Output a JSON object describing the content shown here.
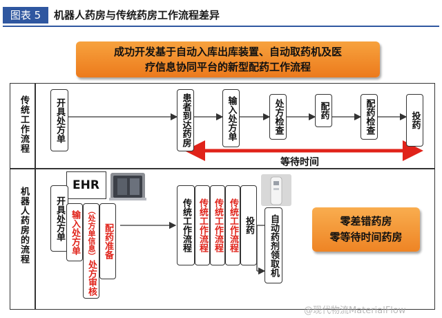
{
  "header": {
    "tag": "图表 5",
    "title": "机器人药房与传统药房工作流程差异"
  },
  "banner": {
    "line1": "成功开发基于自动入库出库装置、自动取药机及医",
    "line2": "疗信息协同平台的新型配药工作流程"
  },
  "traditional": {
    "row_label": "传统工作流程",
    "steps": [
      "开具处方单",
      "患者到达药房",
      "输入处方单",
      "处方检查",
      "配药",
      "配药检查",
      "投药"
    ],
    "wait_label": "等待时间"
  },
  "robot": {
    "row_label": "机器人药房的流程",
    "ehr_label": "EHR",
    "steps": {
      "prescribe": "开具处方单",
      "input": "输入处方单",
      "review": "处方审核",
      "review_note": "（处方单信息）",
      "prep": "配药准备",
      "traditional_workflow": "传统工作流程",
      "traditional_workflow_red": "传统工作流程",
      "dispense": "投药",
      "auto_pickup": "自动药剂领取机"
    },
    "result": {
      "line1": "零差错药房",
      "line2": "零等待时间药房"
    }
  },
  "watermark": "@现代物流MaterialFlow",
  "colors": {
    "accent": "#2f57a0",
    "highlight": "#e0231a",
    "orange": "#f19030"
  }
}
